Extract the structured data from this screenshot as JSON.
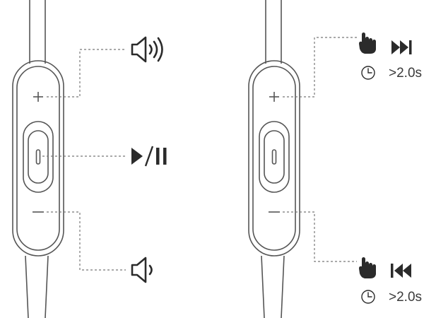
{
  "left_remote": {
    "volume_up": "volume-up",
    "play_pause": "play-pause",
    "volume_down": "volume-down",
    "plus_symbol": "+",
    "minus_symbol": "−"
  },
  "right_remote": {
    "next_track": {
      "gesture": "press-and-hold",
      "icon": "skip-next",
      "duration_label": ">2.0s"
    },
    "previous_track": {
      "gesture": "press-and-hold",
      "icon": "skip-previous",
      "duration_label": ">2.0s"
    }
  },
  "colors": {
    "outline": "#555555",
    "icon": "#2b2b2b",
    "dashed_leader": "#777777"
  }
}
